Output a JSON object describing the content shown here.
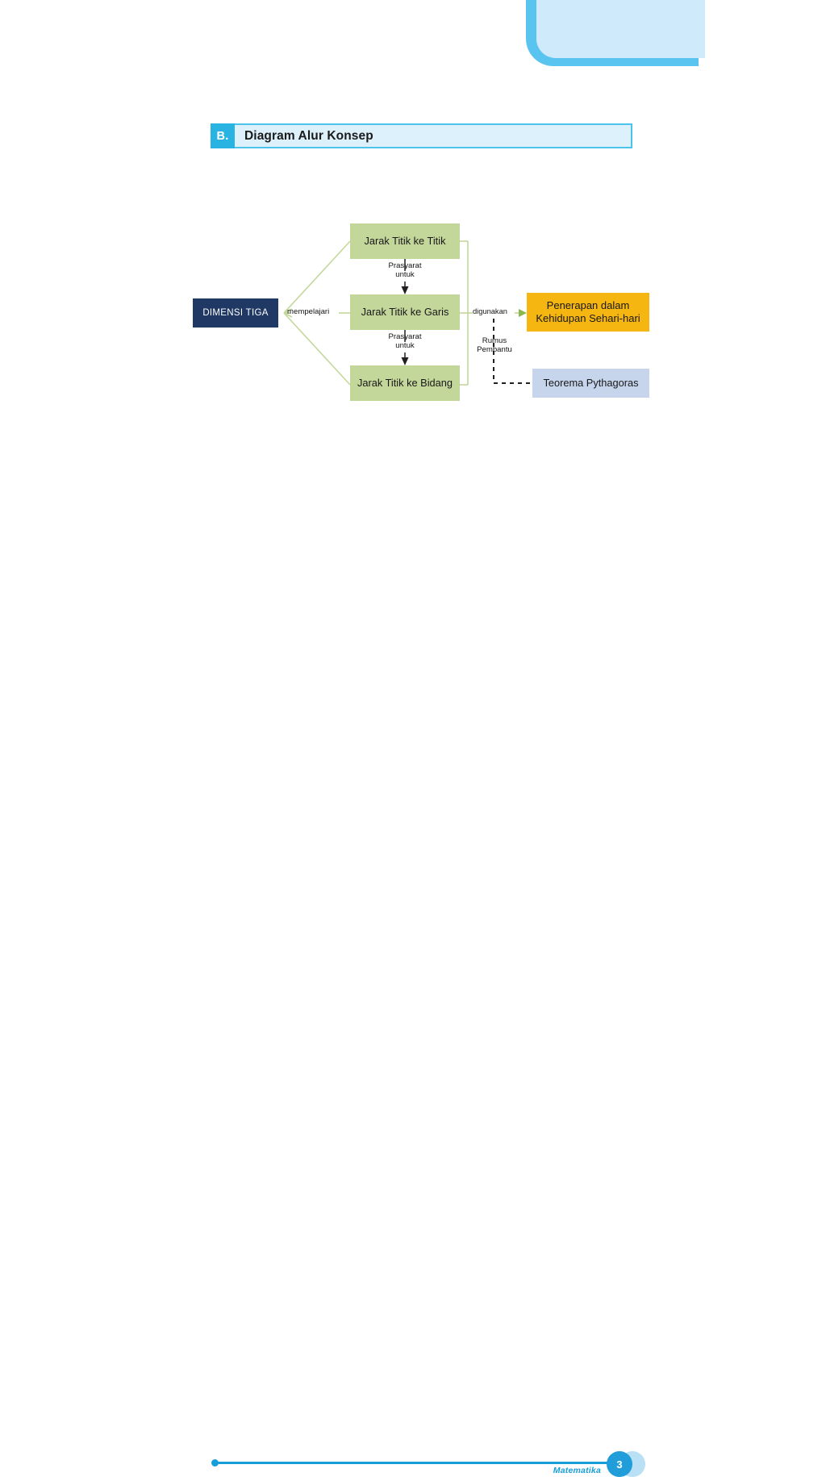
{
  "section": {
    "badge": "B.",
    "title": "Diagram Alur Konsep"
  },
  "colors": {
    "accent_cyan": "#29b3e3",
    "header_fill": "#ddf1fc",
    "header_border": "#4cc3ea",
    "deco_light": "#cfeafb",
    "deco_dark": "#59c4ef",
    "root_navy": "#1f3864",
    "node_green": "#c4d79b",
    "node_orange": "#f6b612",
    "node_blue": "#c6d5ec",
    "connector_green": "#c4d79b",
    "connector_dark": "#231f20",
    "footer_blue": "#169ed8",
    "footer_blue_light": "#b9e0f5"
  },
  "diagram": {
    "type": "flowchart",
    "root": {
      "label": "DIMENSI TIGA"
    },
    "branches": [
      {
        "label": "Jarak Titik ke Titik"
      },
      {
        "label": "Jarak Titik ke Garis"
      },
      {
        "label": "Jarak Titik ke Bidang"
      }
    ],
    "outputs": [
      {
        "label_line1": "Penerapan dalam",
        "label_line2": "Kehidupan Sehari-hari"
      },
      {
        "label": "Teorema Pythagoras"
      }
    ],
    "edge_labels": {
      "root_to_branches": "mempelajari",
      "prasyarat_1_line1": "Prasyarat",
      "prasyarat_1_line2": "untuk",
      "prasyarat_2_line1": "Prasyarat",
      "prasyarat_2_line2": "untuk",
      "branches_to_application": "digunakan",
      "helper_formula_line1": "Rumus",
      "helper_formula_line2": "Pembantu"
    }
  },
  "footer": {
    "subject": "Matematika",
    "page_number": "3"
  }
}
